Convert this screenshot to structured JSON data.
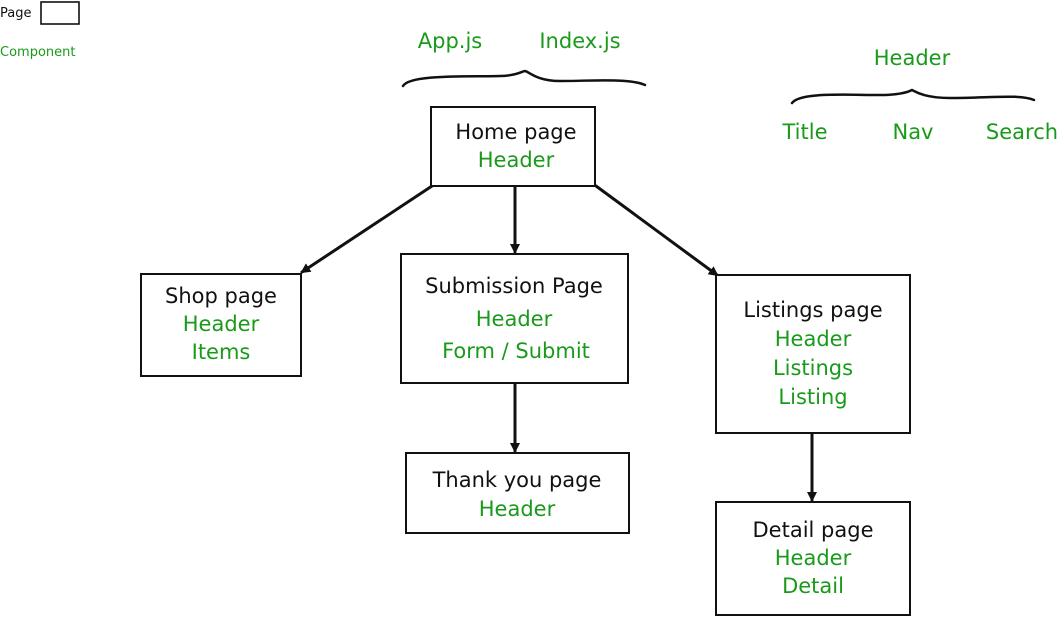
{
  "legend": {
    "page_label": "Page",
    "component_label": "Component"
  },
  "top": {
    "app_js": "App.js",
    "index_js": "Index.js"
  },
  "header_breakdown": {
    "title": "Header",
    "parts": [
      "Title",
      "Nav",
      "Search"
    ]
  },
  "pages": {
    "home": {
      "title": "Home page",
      "components": [
        "Header"
      ]
    },
    "shop": {
      "title": "Shop page",
      "components": [
        "Header",
        "Items"
      ]
    },
    "submission": {
      "title": "Submission Page",
      "components": [
        "Header",
        "Form / Submit"
      ]
    },
    "listings": {
      "title": "Listings page",
      "components": [
        "Header",
        "Listings",
        "Listing"
      ]
    },
    "thank_you": {
      "title": "Thank you page",
      "components": [
        "Header"
      ]
    },
    "detail": {
      "title": "Detail page",
      "components": [
        "Header",
        "Detail"
      ]
    }
  },
  "colors": {
    "page": "#111111",
    "component": "#1a9a1a"
  }
}
